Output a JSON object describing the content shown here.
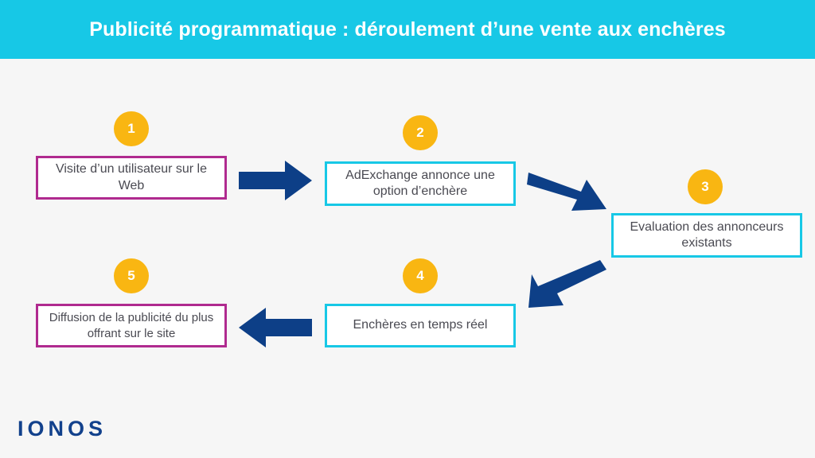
{
  "header": {
    "title": "Publicité programmatique : déroulement d’une vente aux enchères",
    "background_color": "#17c8e6",
    "text_color": "#ffffff"
  },
  "canvas": {
    "background_color": "#f6f6f6"
  },
  "palette": {
    "cyan": "#17c8e6",
    "magenta": "#b02a8f",
    "amber": "#f9b612",
    "navy": "#12418c",
    "arrow_navy": "#0d3f87",
    "body_text": "#4a4a52"
  },
  "steps": [
    {
      "number": "1",
      "label": "Visite d’un utilisateur sur le Web",
      "border_color": "#b02a8f"
    },
    {
      "number": "2",
      "label": "AdExchange annonce une option d’enchère",
      "border_color": "#17c8e6"
    },
    {
      "number": "3",
      "label": "Evaluation des annonceurs existants",
      "border_color": "#17c8e6"
    },
    {
      "number": "4",
      "label": "Enchères en temps réel",
      "border_color": "#17c8e6"
    },
    {
      "number": "5",
      "label": "Diffusion de la publicité du plus offrant sur le site",
      "border_color": "#b02a8f"
    }
  ],
  "connectors": [
    {
      "name": "arrow-step1-to-step2",
      "direction": "right",
      "color": "#0d3f87"
    },
    {
      "name": "arrow-step2-to-step3",
      "direction": "down-right",
      "color": "#0d3f87"
    },
    {
      "name": "arrow-step3-to-step4",
      "direction": "down-left",
      "color": "#0d3f87"
    },
    {
      "name": "arrow-step4-to-step5",
      "direction": "left",
      "color": "#0d3f87"
    }
  ],
  "footer": {
    "logo_text": "IONOS",
    "logo_color": "#12418c"
  }
}
